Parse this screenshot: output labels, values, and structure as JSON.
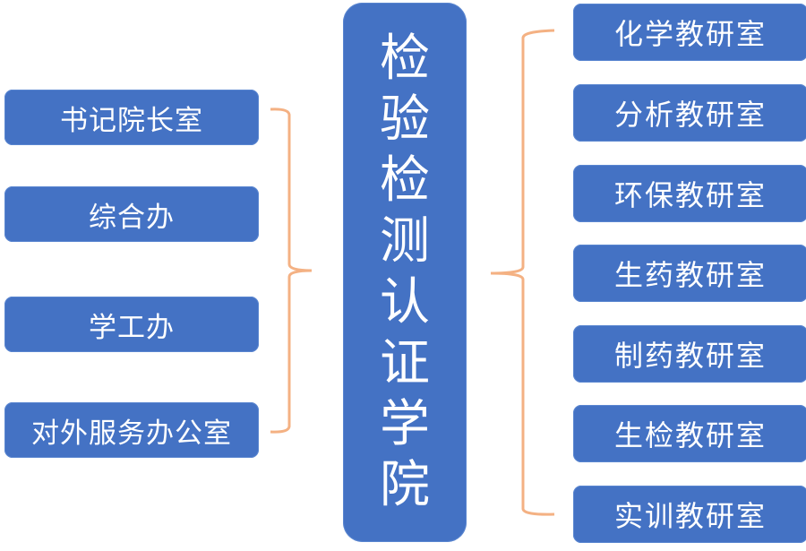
{
  "diagram": {
    "center": {
      "label": "检验检测认证学院"
    },
    "left_units": [
      {
        "label": "书记院长室"
      },
      {
        "label": "综合办"
      },
      {
        "label": "学工办"
      },
      {
        "label": "对外服务办公室"
      }
    ],
    "right_units": [
      {
        "label": "化学教研室"
      },
      {
        "label": "分析教研室"
      },
      {
        "label": "环保教研室"
      },
      {
        "label": "生药教研室"
      },
      {
        "label": "制药教研室"
      },
      {
        "label": "生检教研室"
      },
      {
        "label": "实训教研室"
      }
    ],
    "colors": {
      "box_fill": "#4472c4",
      "box_text": "#ffffff",
      "bracket": "#f4b183"
    }
  }
}
